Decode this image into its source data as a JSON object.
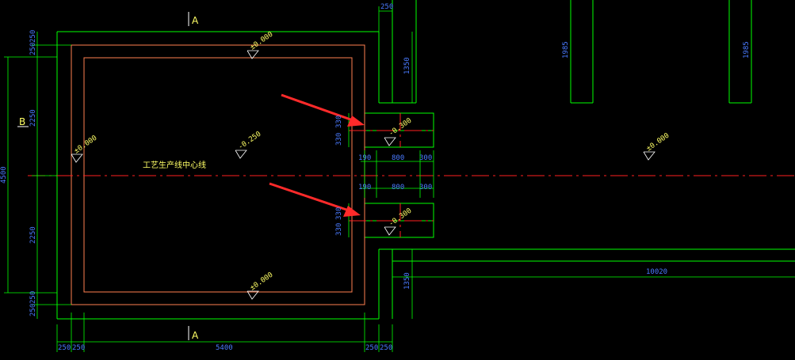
{
  "colors": {
    "background": "#000000",
    "outline": "#00ff00",
    "inner_wall": "#ff7f50",
    "dimension_text": "#4a7bff",
    "elevation_text": "#ffff66",
    "centerline": "#ff2020",
    "arrow": "#ff2a2a"
  },
  "section_marks": {
    "top": "A",
    "bottom": "A",
    "left": "B"
  },
  "centerline_label": "工艺生产线中心线",
  "elevations": {
    "top": "±0.000",
    "bottom": "±0.000",
    "left": "±0.000",
    "center": "-0.250",
    "pit_upper": "-0.300",
    "pit_lower": "-0.300",
    "right": "±0.000"
  },
  "dimensions": {
    "top_250": "250",
    "left_top_250a": "250",
    "left_top_250b": "250",
    "left_2250_top": "2250",
    "left_4500": "4500",
    "left_2250_bottom": "2250",
    "left_bot_250a": "250",
    "left_bot_250b": "250",
    "v1350_top": "1350",
    "v1985_a": "1985",
    "v1985_b": "1985",
    "pit_upper_330a": "330",
    "pit_upper_330b": "330",
    "pit_upper_190": "190",
    "pit_upper_800": "800",
    "pit_upper_300": "300",
    "pit_lower_190": "190",
    "pit_lower_800": "800",
    "pit_lower_300": "300",
    "pit_lower_330a": "330",
    "pit_lower_330b": "330",
    "v1350_bottom": "1350",
    "h10020": "10020",
    "bottom_250a": "250",
    "bottom_250b": "250",
    "bottom_5400": "5400",
    "bottom_250c": "250",
    "bottom_250d": "250"
  }
}
